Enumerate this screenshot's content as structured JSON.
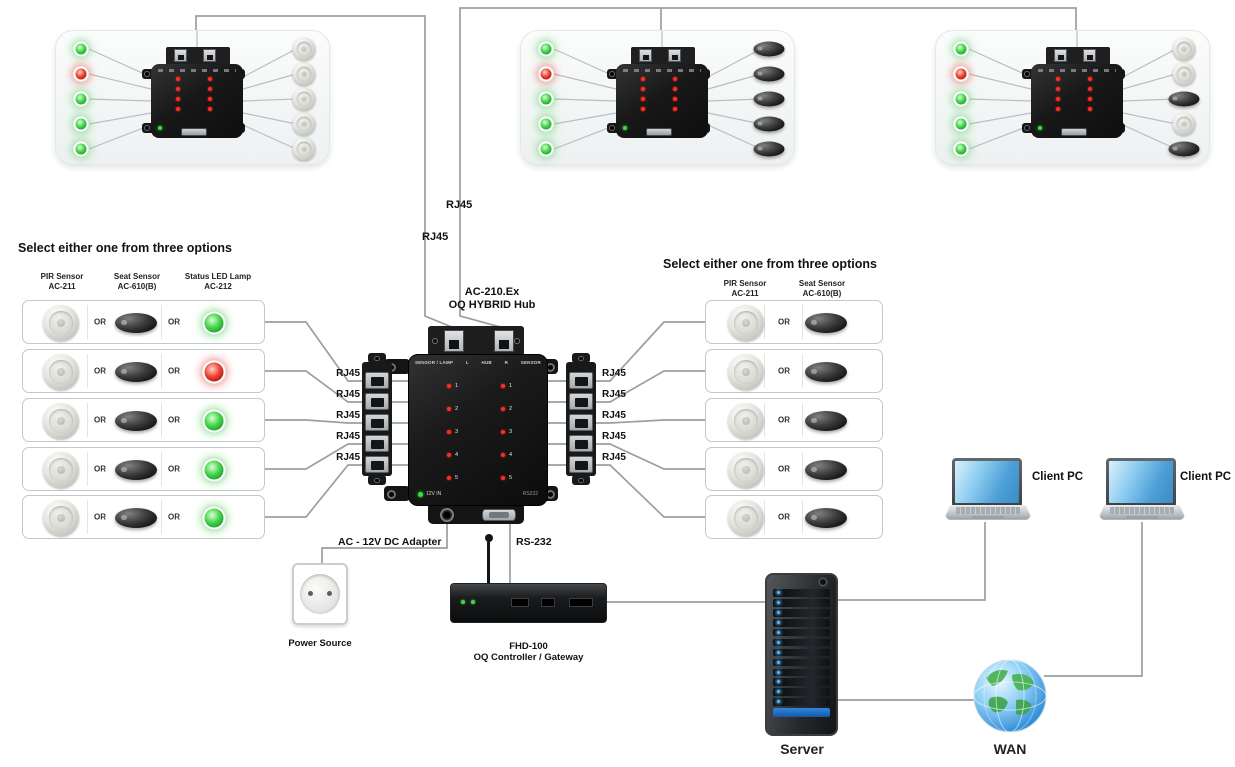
{
  "titles": {
    "left_select": "Select either one from three options",
    "right_select": "Select either one from three options"
  },
  "labels": {
    "rj45": "RJ45",
    "or": "OR",
    "adapter": "AC - 12V DC Adapter",
    "rs232": "RS-232",
    "power_source": "Power Source",
    "server": "Server",
    "wan": "WAN",
    "client_pc_1": "Client PC",
    "client_pc_2": "Client PC"
  },
  "hub": {
    "model": "AC-210.Ex",
    "name": "OQ HYBRID Hub",
    "top_labels": [
      "SENSOR / LAMP",
      "L",
      "HUB",
      "R",
      "SENSOR"
    ],
    "power_led": "12V IN",
    "serial_port": "RS232",
    "channels": [
      "1",
      "2",
      "3",
      "4",
      "5"
    ]
  },
  "gateway": {
    "model": "FHD-100",
    "name": "OQ Controller / Gateway"
  },
  "left_options": {
    "columns": [
      {
        "name": "PIR Sensor",
        "model": "AC-211"
      },
      {
        "name": "Seat Sensor",
        "model": "AC-610(B)"
      },
      {
        "name": "Status LED Lamp",
        "model": "AC-212"
      }
    ],
    "rows": [
      {
        "led": "green"
      },
      {
        "led": "red"
      },
      {
        "led": "green"
      },
      {
        "led": "green"
      },
      {
        "led": "green"
      }
    ]
  },
  "right_options": {
    "columns": [
      {
        "name": "PIR Sensor",
        "model": "AC-211"
      },
      {
        "name": "Seat Sensor",
        "model": "AC-610(B)"
      }
    ]
  },
  "top_panels": [
    {
      "leds": [
        "green",
        "red",
        "green",
        "green",
        "green"
      ],
      "devices": [
        "dome",
        "dome",
        "dome",
        "dome",
        "dome"
      ]
    },
    {
      "leds": [
        "green",
        "red",
        "green",
        "green",
        "green"
      ],
      "devices": [
        "oval",
        "oval",
        "oval",
        "oval",
        "oval"
      ]
    },
    {
      "leds": [
        "green",
        "red",
        "green",
        "green",
        "green"
      ],
      "devices": [
        "dome",
        "dome",
        "oval",
        "dome",
        "oval"
      ]
    }
  ],
  "colors": {
    "led_green": "#2fbf3a",
    "led_red": "#e23324",
    "wire": "#98a0a3",
    "screen_blue": "#5fb0e5",
    "server_led_blue": "#57b8ff"
  }
}
